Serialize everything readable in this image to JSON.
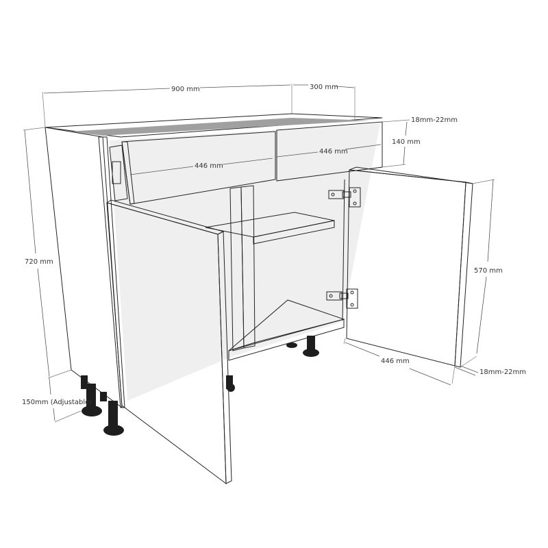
{
  "diagram": {
    "subject": "Double door base cabinet with two drawers",
    "colors": {
      "panel_light": "#f2f2f2",
      "panel_mid": "#e4e4e4",
      "panel_shade": "#a8a8a8",
      "shelf_top": "#9a9a9a",
      "edge": "#222222",
      "leg": "#1e1e1e",
      "hinge": "#cfcfcf"
    },
    "dimensions": {
      "width": "900 mm",
      "depth_drawer": "300 mm",
      "door_thickness_top": "18mm-22mm",
      "drawer_height": "140 mm",
      "drawer_left_width": "446 mm",
      "drawer_right_width": "446 mm",
      "carcass_height": "720 mm",
      "leg_height": "150mm (Adjustable)",
      "door_height": "570 mm",
      "door_width": "446 mm",
      "door_thickness_bottom": "18mm-22mm"
    },
    "components": {
      "drawers": 2,
      "doors": 2,
      "hinges_per_door": 2,
      "shelves": 1,
      "legs_visible": 6
    }
  }
}
